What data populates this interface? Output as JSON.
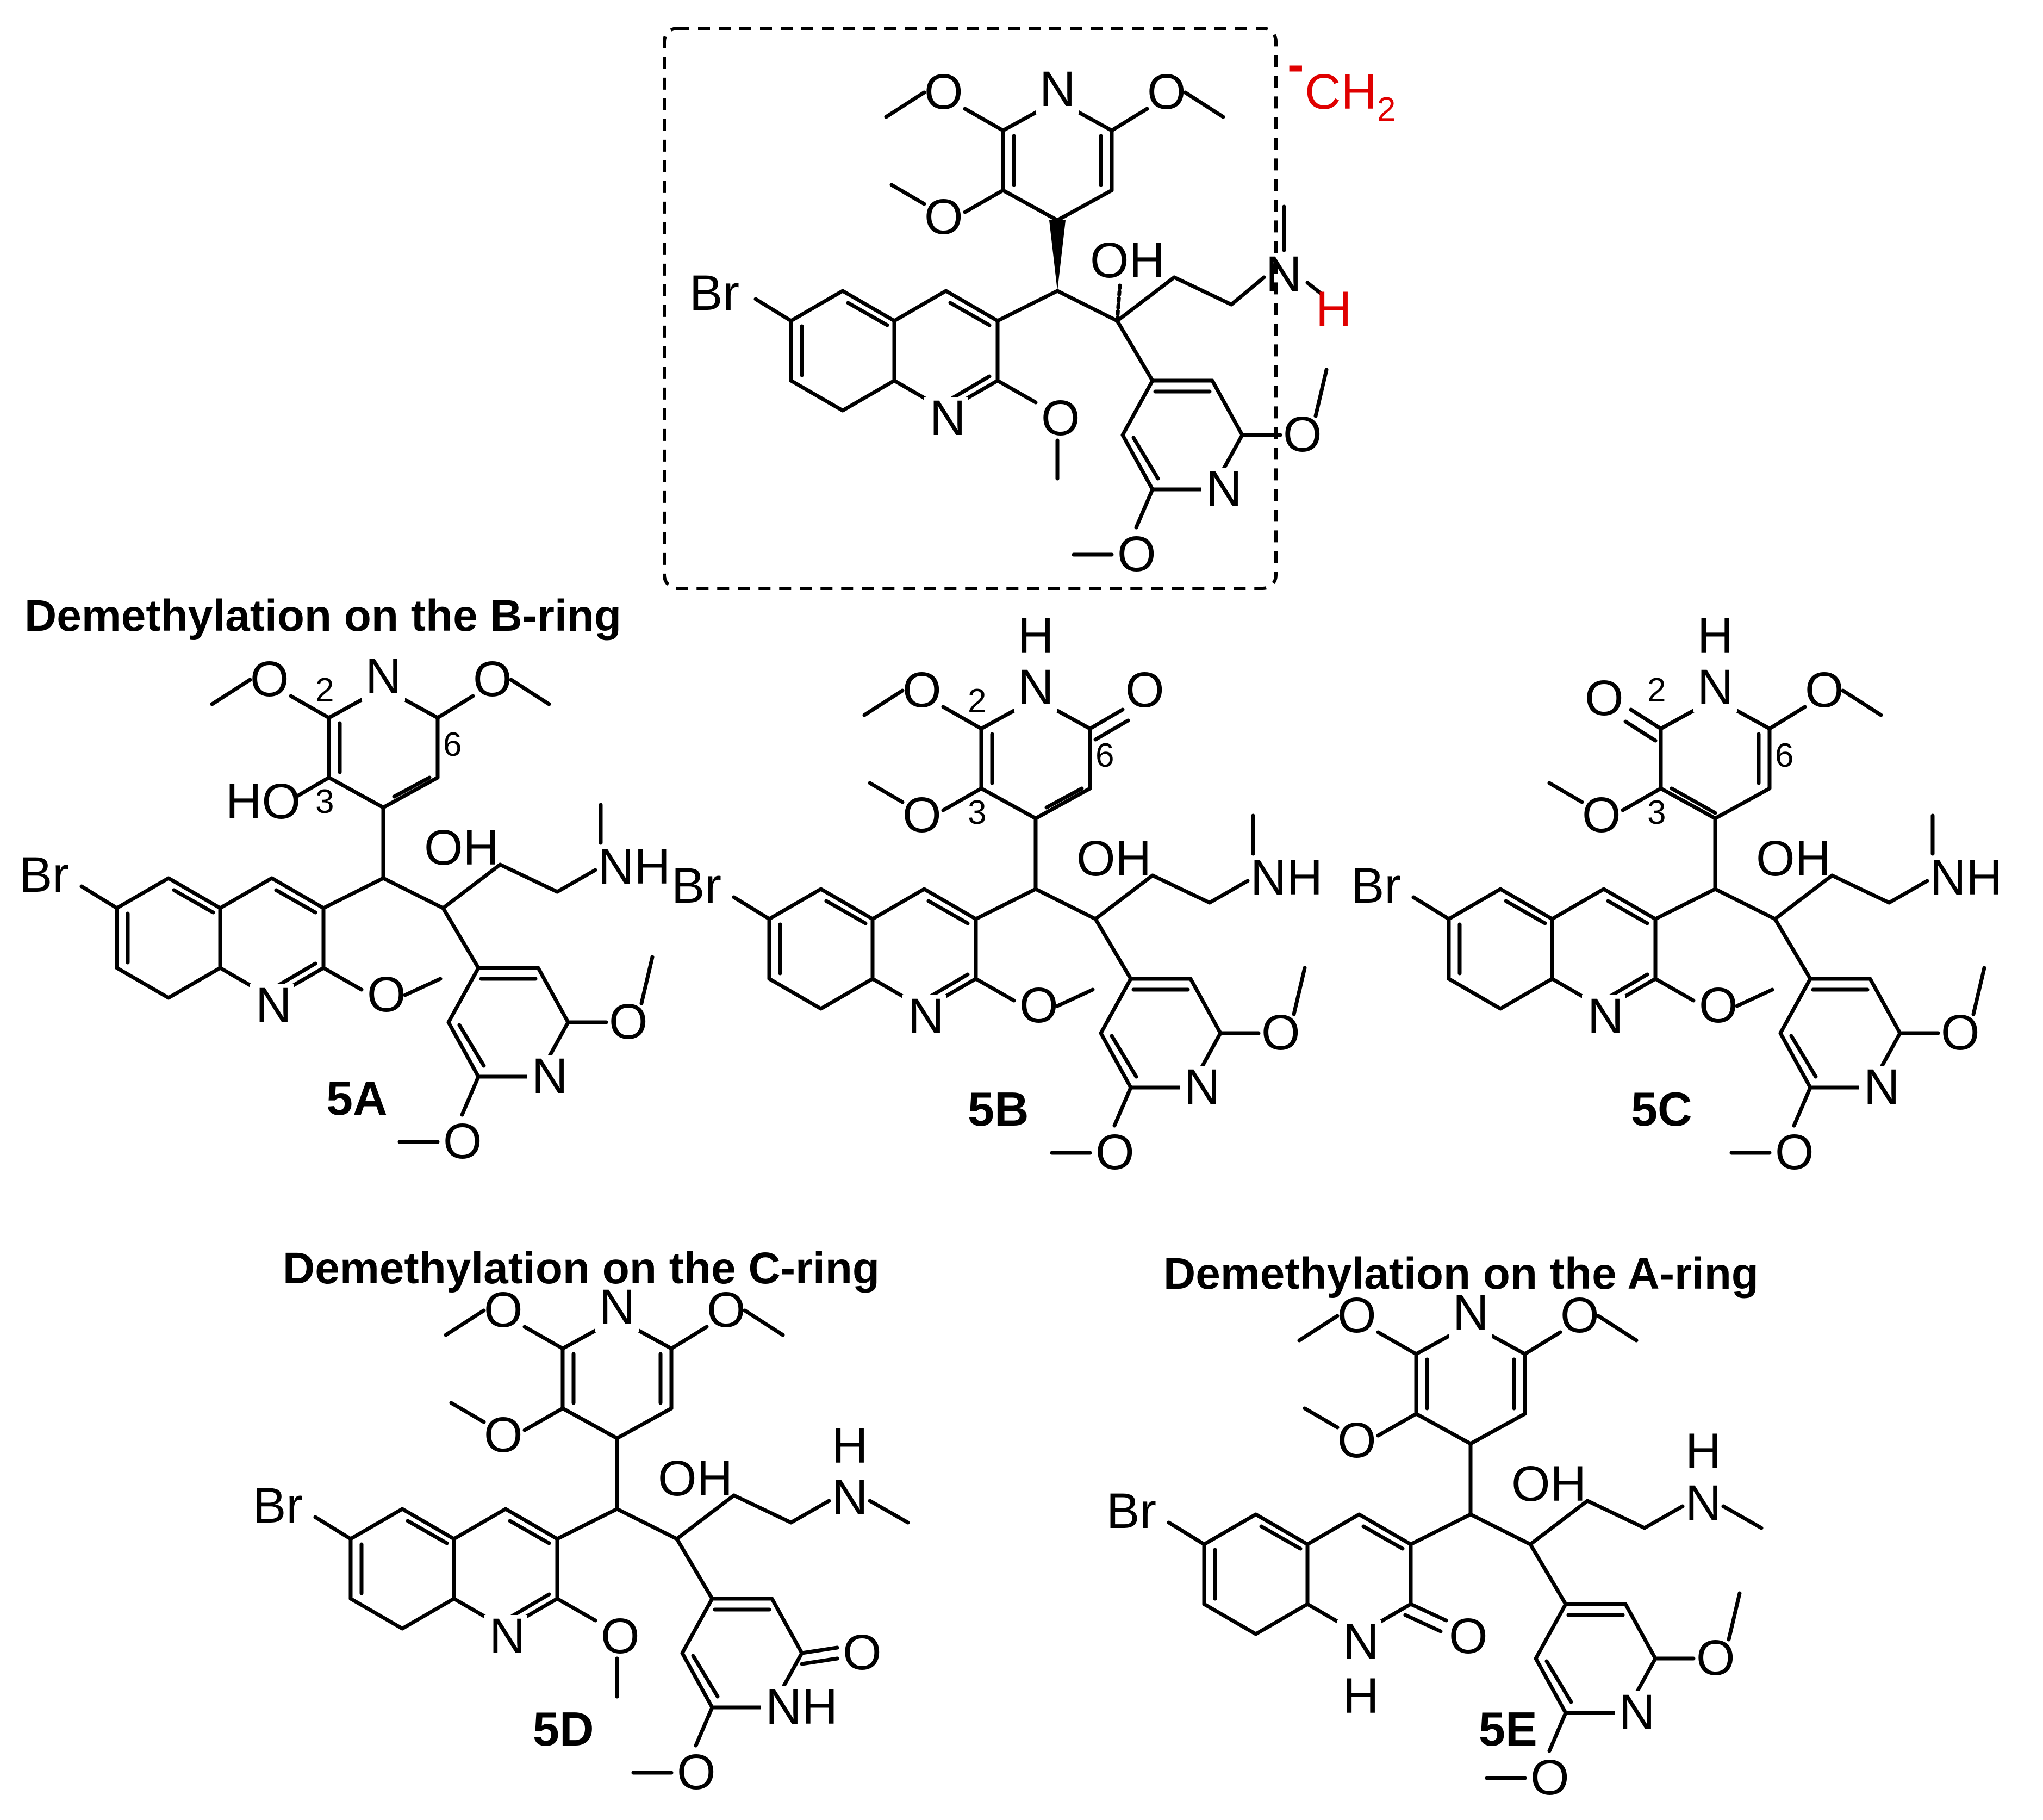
{
  "headings": {
    "b_ring": "Demethylation on the B-ring",
    "c_ring": "Demethylation on the C-ring",
    "a_ring": "Demethylation on the A-ring"
  },
  "fragment": {
    "charge": "-",
    "ch2": "CH",
    "ch2_sub": "2",
    "h": "H"
  },
  "compounds": [
    "5A",
    "5B",
    "5C",
    "5D",
    "5E"
  ],
  "atoms": {
    "br": "Br",
    "n": "N",
    "o": "O",
    "oh": "OH",
    "ho": "HO",
    "nh": "NH",
    "h": "H"
  },
  "positions": {
    "p2": "2",
    "p3": "3",
    "p6": "6"
  },
  "colors": {
    "highlight": "#e00000",
    "ink": "#000000"
  }
}
